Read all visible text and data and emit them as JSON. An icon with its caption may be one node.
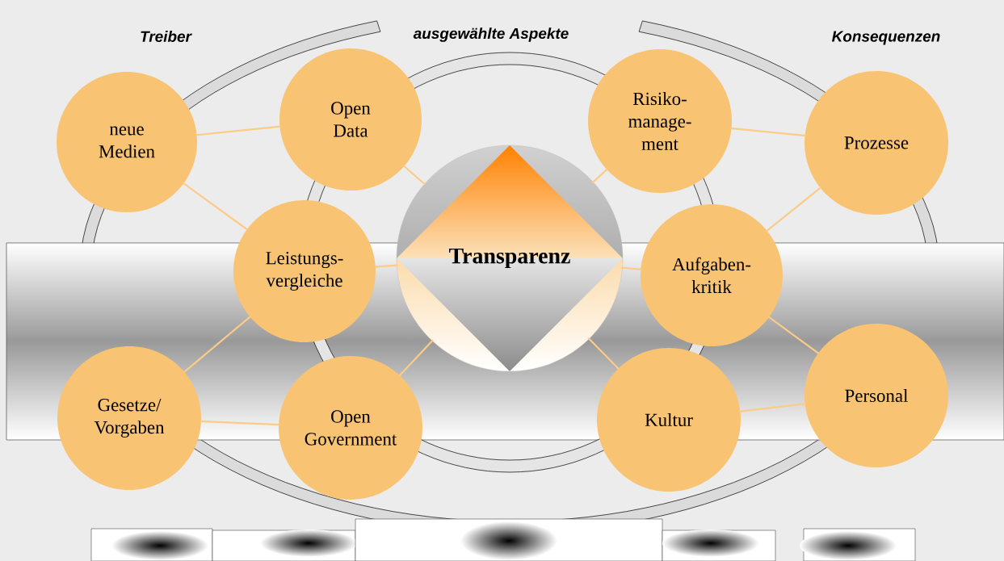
{
  "diagram": {
    "nodes": [
      {
        "text": [
          "neue Medien"
        ]
      },
      {
        "text": [
          "Open Data"
        ]
      },
      {
        "text": [
          "Risiko- manage- ment"
        ]
      },
      {
        "text": [
          "Prozesse"
        ]
      },
      {
        "text": [
          "Leistungs- vergleiche"
        ]
      },
      {
        "text": [
          "Transparenz"
        ]
      },
      {
        "text": [
          "Aufgaben- kritik"
        ]
      },
      {
        "text": [
          "Gesetze/ Vorgaben"
        ]
      },
      {
        "text": [
          "Open Government"
        ]
      },
      {
        "text": [
          "Kultur"
        ]
      },
      {
        "text": [
          "Personal"
        ]
      }
    ],
    "edges": [
      {
        "from": 0,
        "to": 1,
        "arrow": "none"
      },
      {
        "from": 0,
        "to": 4,
        "arrow": "none"
      },
      {
        "from": 1,
        "to": 5,
        "arrow": "none"
      },
      {
        "from": 4,
        "to": 5,
        "arrow": "none"
      },
      {
        "from": 4,
        "to": 7,
        "arrow": "none"
      },
      {
        "from": 7,
        "to": 8,
        "arrow": "none"
      },
      {
        "from": 8,
        "to": 5,
        "arrow": "none"
      },
      {
        "from": 2,
        "to": 5,
        "arrow": "none"
      },
      {
        "from": 2,
        "to": 3,
        "arrow": "none"
      },
      {
        "from": 3,
        "to": 6,
        "arrow": "none"
      },
      {
        "from": 6,
        "to": 5,
        "arrow": "none"
      },
      {
        "from": 6,
        "to": 10,
        "arrow": "none"
      },
      {
        "from": 9,
        "to": 5,
        "arrow": "none"
      },
      {
        "from": 9,
        "to": 10,
        "arrow": "none"
      }
    ],
    "labels": [
      "Treiber",
      "ausgewählte Aspekte",
      "Konsequenzen"
    ]
  }
}
